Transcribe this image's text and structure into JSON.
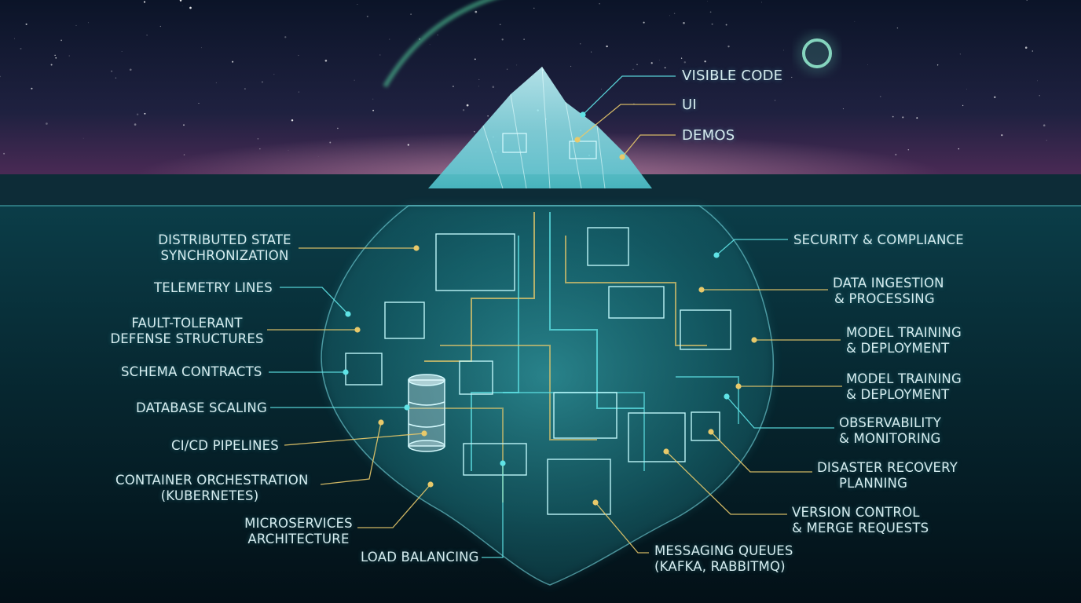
{
  "above_water": {
    "visible_code": "VISIBLE CODE",
    "ui": "UI",
    "demos": "DEMOS"
  },
  "left_labels": {
    "distributed_state": [
      "DISTRIBUTED STATE",
      "SYNCHRONIZATION"
    ],
    "telemetry": "TELEMETRY LINES",
    "fault_tolerant": [
      "FAULT-TOLERANT",
      "DEFENSE STRUCTURES"
    ],
    "schema": "SCHEMA CONTRACTS",
    "database": "DATABASE SCALING",
    "cicd": "CI/CD PIPELINES",
    "container": [
      "CONTAINER ORCHESTRATION",
      "(KUBERNETES)"
    ],
    "microservices": [
      "MICROSERVICES",
      "ARCHITECTURE"
    ],
    "load_balancing": "LOAD BALANCING"
  },
  "right_labels": {
    "security": "SECURITY & COMPLIANCE",
    "data_ingestion": [
      "DATA INGESTION",
      "& PROCESSING"
    ],
    "model_training_1": [
      "MODEL TRAINING",
      "& DEPLOYMENT"
    ],
    "model_training_2": [
      "MODEL TRAINING",
      "& DEPLOYMENT"
    ],
    "observability": [
      "OBSERVABILITY",
      "& MONITORING"
    ],
    "disaster": [
      "DISASTER RECOVERY",
      "PLANNING"
    ],
    "version_control": [
      "VERSION CONTROL",
      "& MERGE REQUESTS"
    ],
    "messaging": [
      "MESSAGING QUEUES",
      "(KAFKA, RABBITMQ)"
    ]
  },
  "colors": {
    "cyan_line": "#5fe3e6",
    "gold_line": "#e8c96a",
    "ice": "#7fe6ec",
    "sea": "#062a33"
  }
}
